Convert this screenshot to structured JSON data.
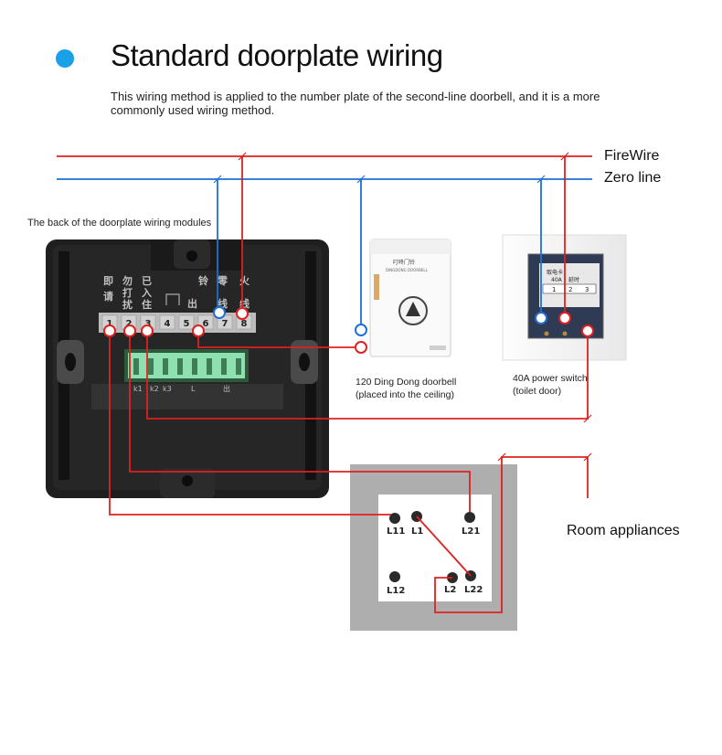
{
  "header": {
    "title": "Standard doorplate wiring",
    "description": "This  wiring method is applied to the number plate of the second-line doorbell, and it is a more commonly used wiring method."
  },
  "lines": {
    "live": {
      "label": "FireWire",
      "color": "#e02020"
    },
    "neutral": {
      "label": "Zero line",
      "color": "#1f6fd6"
    }
  },
  "module": {
    "label": "The back of the doorplate wiring modules",
    "chinese_labels": [
      "即",
      "请",
      "勿",
      "打",
      "扰",
      "已",
      "入",
      "住",
      "铃",
      "零",
      "线",
      "火",
      "出",
      "线"
    ],
    "terminal_numbers": [
      "1",
      "2",
      "3",
      "4",
      "5",
      "6",
      "7",
      "8"
    ],
    "strip_labels": [
      "k1",
      "k2",
      "k3",
      "L",
      "出"
    ]
  },
  "doorbell": {
    "caption_line1": "120 Ding Dong doorbell",
    "caption_line2": "(placed into the ceiling)",
    "device_text": [
      "叮咚门铃",
      "DINGDONG DOORBELL"
    ]
  },
  "power_switch": {
    "caption_line1": "40A power switch",
    "caption_line2": "(toilet door)",
    "device_text": [
      "取电卡",
      "40A",
      "延时",
      "1",
      "2",
      "3"
    ]
  },
  "switch_panel": {
    "labels": [
      "L11",
      "L1",
      "L21",
      "L12",
      "L2",
      "L22"
    ]
  },
  "appliances": {
    "label": "Room appliances"
  }
}
